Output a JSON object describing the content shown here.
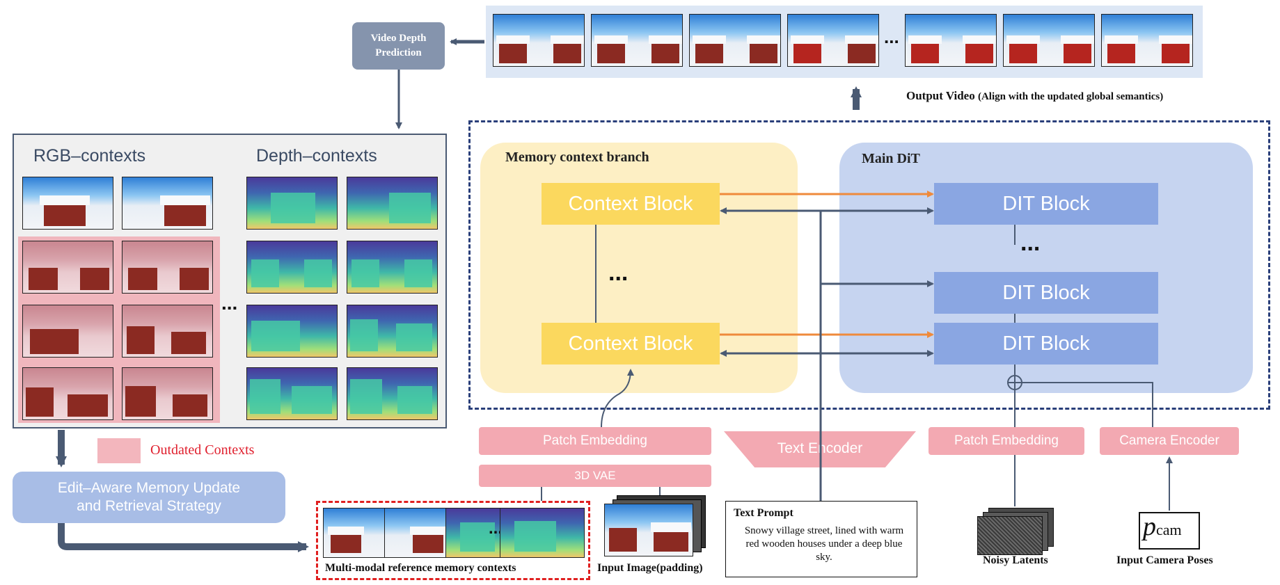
{
  "video_depth": {
    "line1": "Video Depth",
    "line2": "Prediction"
  },
  "output_video": {
    "label": "Output Video",
    "note": "(Align with the updated global semantics)",
    "ellipsis": "..."
  },
  "contexts": {
    "rgb_title": "RGB–contexts",
    "depth_title": "Depth–contexts",
    "ellipsis": "..."
  },
  "legend": {
    "outdated": "Outdated Contexts"
  },
  "memory_update": {
    "line1": "Edit–Aware Memory Update",
    "line2": "and Retrieval Strategy"
  },
  "memory_branch": {
    "title": "Memory context branch",
    "block_top": "Context Block",
    "block_bottom": "Context Block",
    "ellipsis": "..."
  },
  "main_dit": {
    "title": "Main DiT",
    "block_top": "DIT Block",
    "block_mid": "DIT Block",
    "block_bottom": "DIT Block",
    "ellipsis": "..."
  },
  "encoders": {
    "patch_left": "Patch Embedding",
    "vae": "3D VAE",
    "text": "Text Encoder",
    "patch_right": "Patch Embedding",
    "camera": "Camera Encoder"
  },
  "reference": {
    "label": "Multi-modal reference memory contexts",
    "ellipsis": "...."
  },
  "input_image": {
    "label": "Input Image(padding)"
  },
  "text_prompt": {
    "title": "Text Prompt",
    "body": "Snowy village street, lined with warm red wooden houses under a deep blue sky."
  },
  "noisy": {
    "label": "Noisy Latents"
  },
  "camera": {
    "symbol": "p",
    "subscript": "cam",
    "label": "Input Camera Poses"
  },
  "colors": {
    "yellow_panel": "#fdefc4",
    "yellow_block": "#fbd85e",
    "blue_panel": "#c6d4f0",
    "blue_block": "#8aa6e2",
    "pink": "#f3a9b2",
    "slate": "#4a5a73",
    "orange": "#ef8a3b",
    "red_dash": "#e02020",
    "navy_dash": "#2a3f7a"
  }
}
